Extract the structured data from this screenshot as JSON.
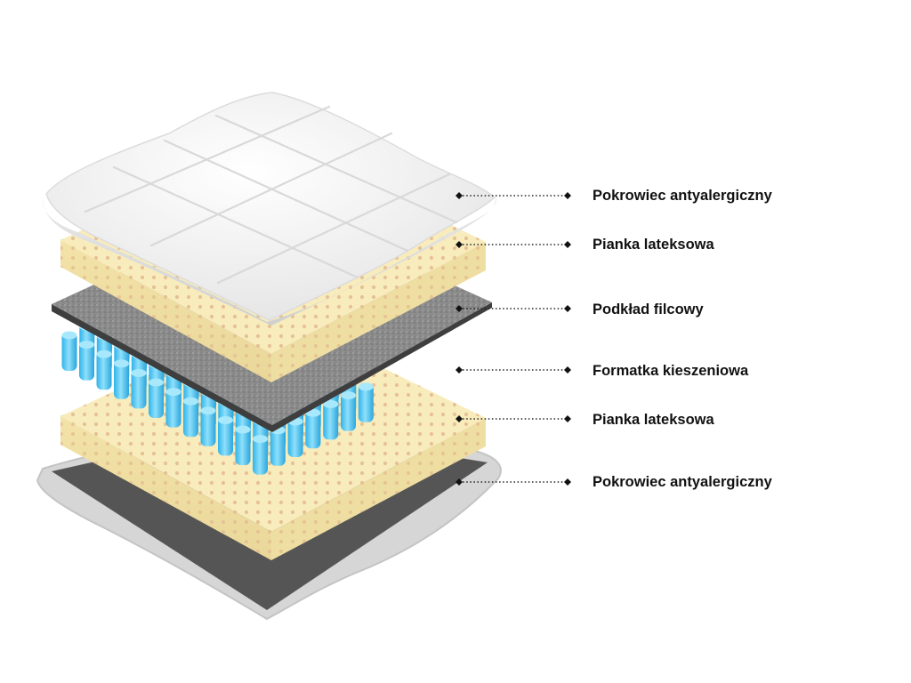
{
  "colors": {
    "background": "#ffffff",
    "label_text": "#111111",
    "leader_line": "#222222",
    "cover_top": "#f2f2f2",
    "latex_foam": "#f8ecbc",
    "latex_dots": "#e2b98e",
    "felt": "#8c8c8c",
    "pocket_springs": "#49c6f3",
    "bottom_cover": "#555555"
  },
  "layers": [
    {
      "label": "Pokrowiec antyalergiczny",
      "material": "cover-top"
    },
    {
      "label": "Pianka lateksowa",
      "material": "latex-foam"
    },
    {
      "label": "Podkład filcowy",
      "material": "felt"
    },
    {
      "label": "Formatka kieszeniowa",
      "material": "pocket-springs"
    },
    {
      "label": "Pianka lateksowa",
      "material": "latex-foam"
    },
    {
      "label": "Pokrowiec antyalergiczny",
      "material": "cover-bottom"
    }
  ]
}
